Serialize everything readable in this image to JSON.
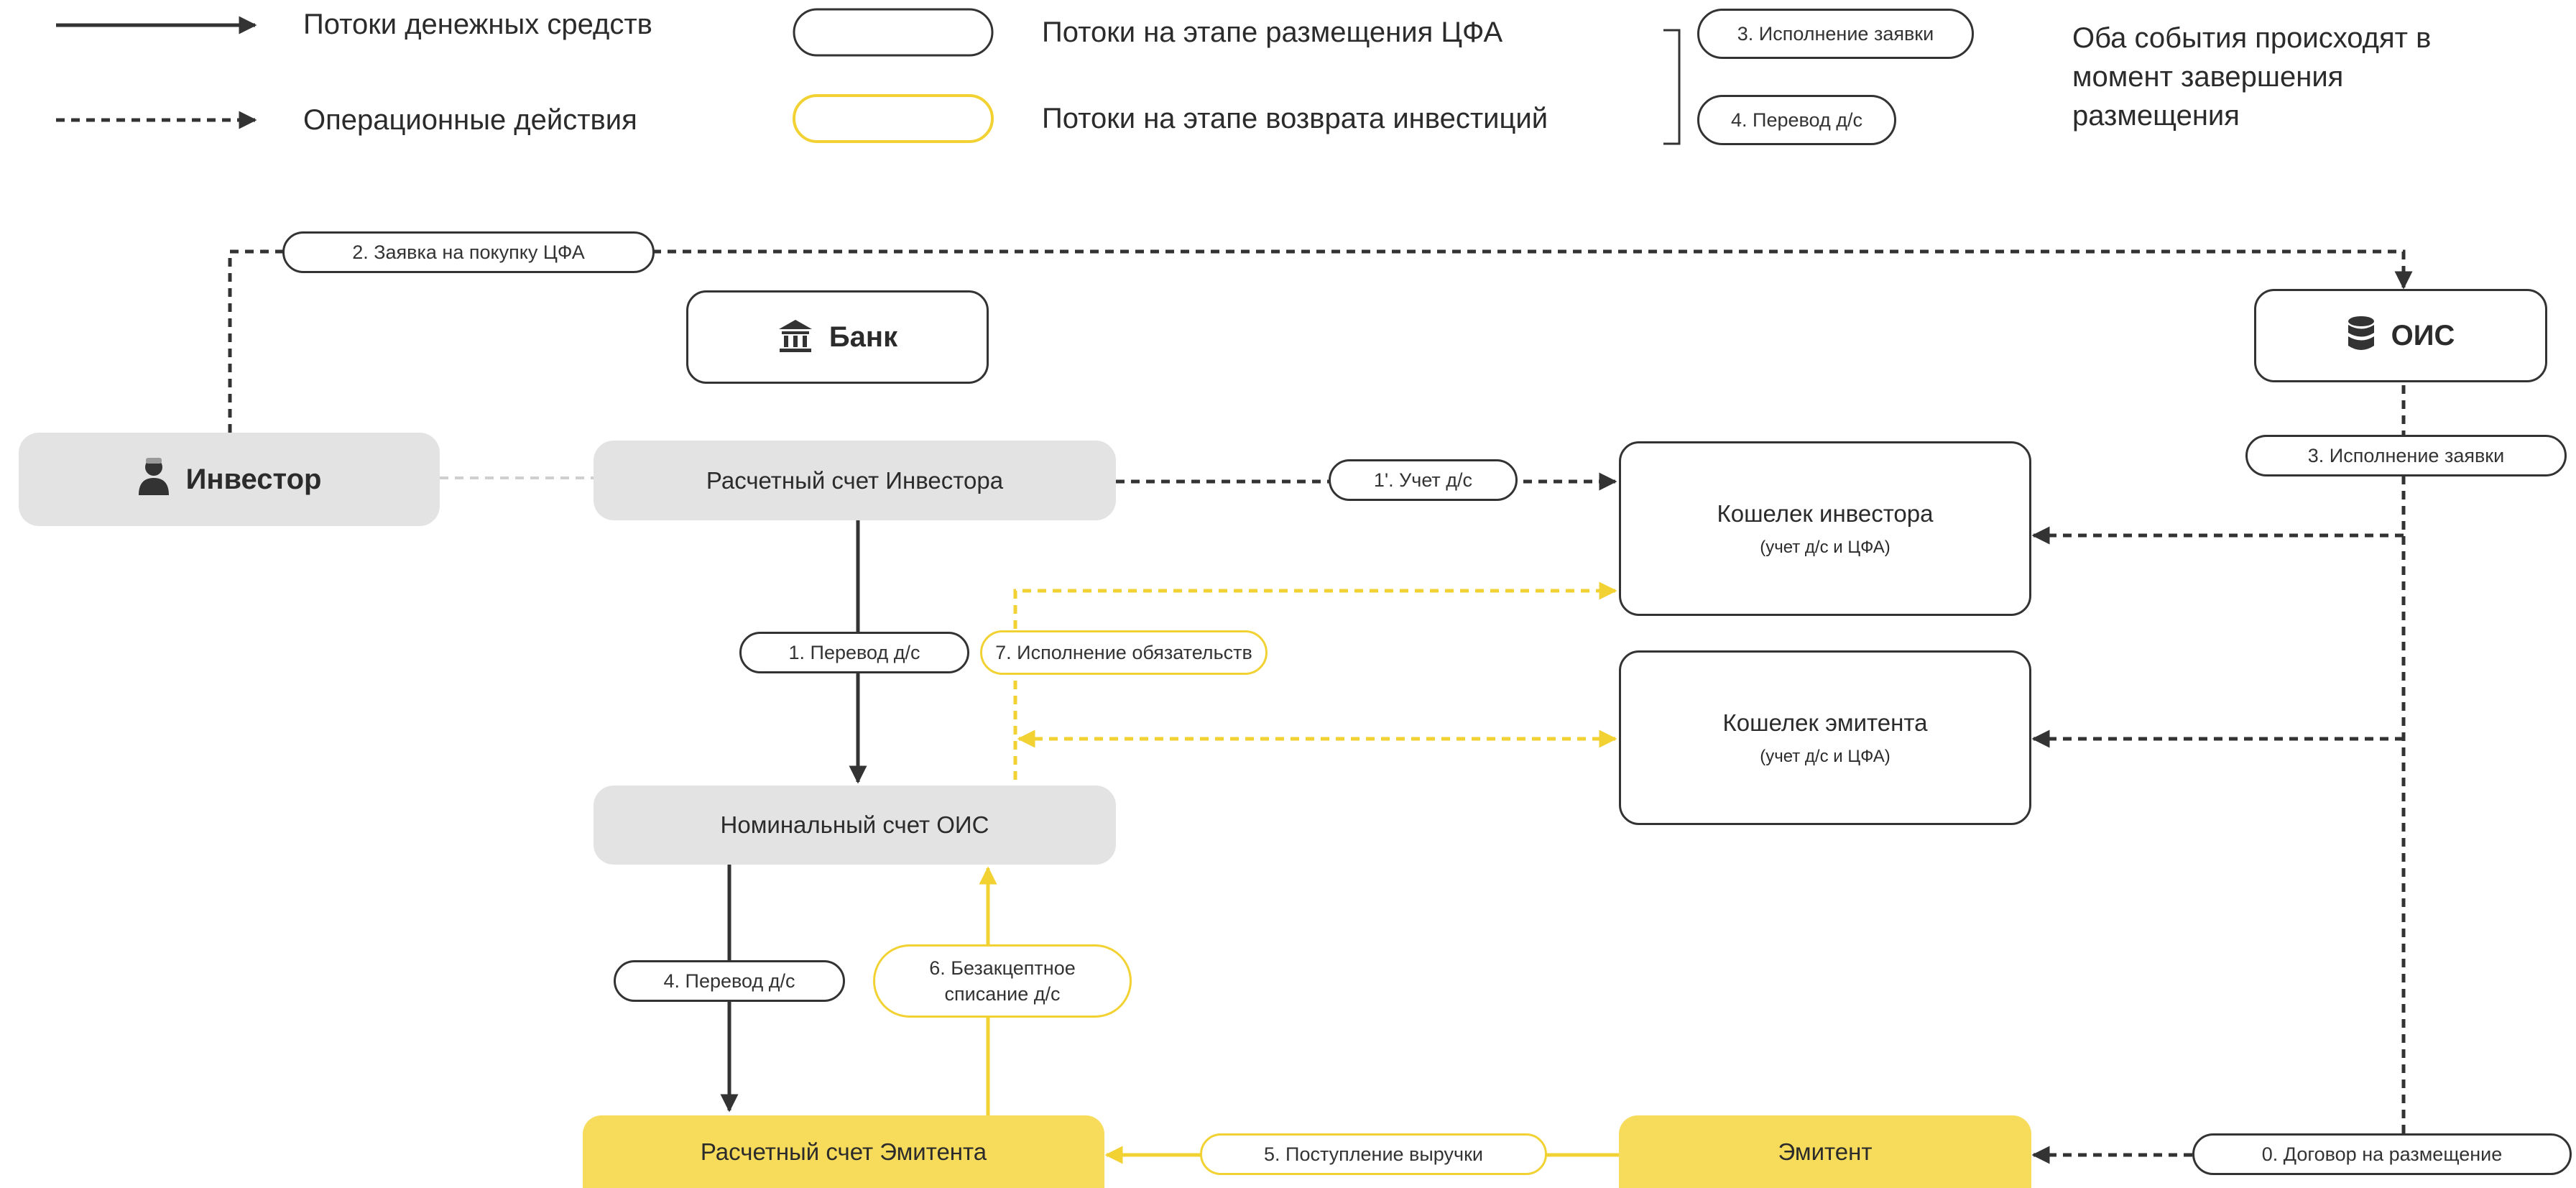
{
  "legend": {
    "money_flows": "Потоки денежных средств",
    "operational_actions": "Операционные действия",
    "placement_flows": "Потоки на этапе размещения ЦФА",
    "return_flows": "Потоки на этапе возврата инвестиций",
    "bracket_items": [
      "3. Исполнение заявки",
      "4. Перевод д/с"
    ],
    "bracket_note": "Оба события происходят в момент завершения размещения"
  },
  "nodes": {
    "investor": "Инвестор",
    "bank": "Банк",
    "ois": "ОИС",
    "investor_account": "Расчетный счет Инвестора",
    "nominal_account": "Номинальный счет ОИС",
    "issuer_account": "Расчетный счет Эмитента",
    "issuer": "Эмитент",
    "investor_wallet": "Кошелек инвестора",
    "investor_wallet_sub": "(учет д/с и ЦФА)",
    "issuer_wallet": "Кошелек эмитента",
    "issuer_wallet_sub": "(учет д/с и ЦФА)"
  },
  "flows": {
    "purchase_request": "2. Заявка на покупку ЦФА",
    "accounting": "1'. Учет д/с",
    "transfer_1": "1. Перевод д/с",
    "obligations": "7. Исполнение обязательств",
    "order_execution": "3. Исполнение заявки",
    "transfer_4": "4. Перевод д/с",
    "direct_debit": "6. Безакцептное списание д/с",
    "proceeds": "5. Поступление выручки",
    "placement_agreement": "0. Договор на размещение"
  },
  "colors": {
    "dark": "#333333",
    "yellow": "#f2d233",
    "yellow_fill": "#f7dc5c",
    "grey_fill": "#e3e3e3"
  },
  "icons": {
    "investor": "person-icon",
    "bank": "bank-icon",
    "ois": "database-icon"
  }
}
